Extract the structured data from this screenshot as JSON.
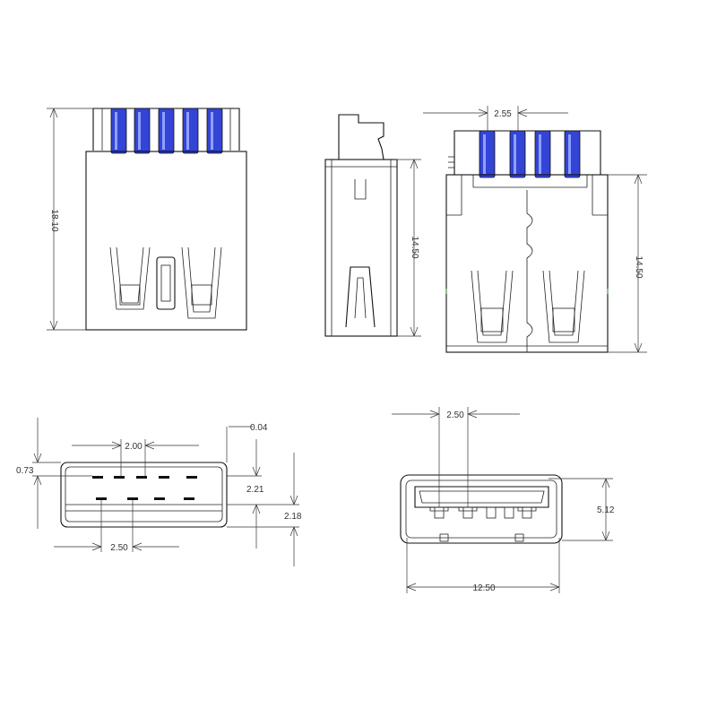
{
  "drawing": {
    "views": [
      "front-view",
      "side-view",
      "rear-view",
      "plug-end-view",
      "receptacle-end-view"
    ],
    "colors": {
      "line": "#111111",
      "contact": "#3344d6",
      "dimension": "#333333",
      "marker": "#3a9a3a"
    },
    "dimensions": {
      "front_height": "18.10",
      "side_height": "14.50",
      "rear_height": "14.50",
      "rear_pitch": "2.55",
      "plug_pitch_top": "2.00",
      "plug_pitch_bottom": "2.50",
      "plug_left_offset": "0.73",
      "plug_top_offset": "0.04",
      "plug_mid_height": "2.21",
      "plug_lower_height": "2.18",
      "recept_pitch": "2.50",
      "recept_height": "5.12",
      "recept_width": "12.50"
    }
  }
}
